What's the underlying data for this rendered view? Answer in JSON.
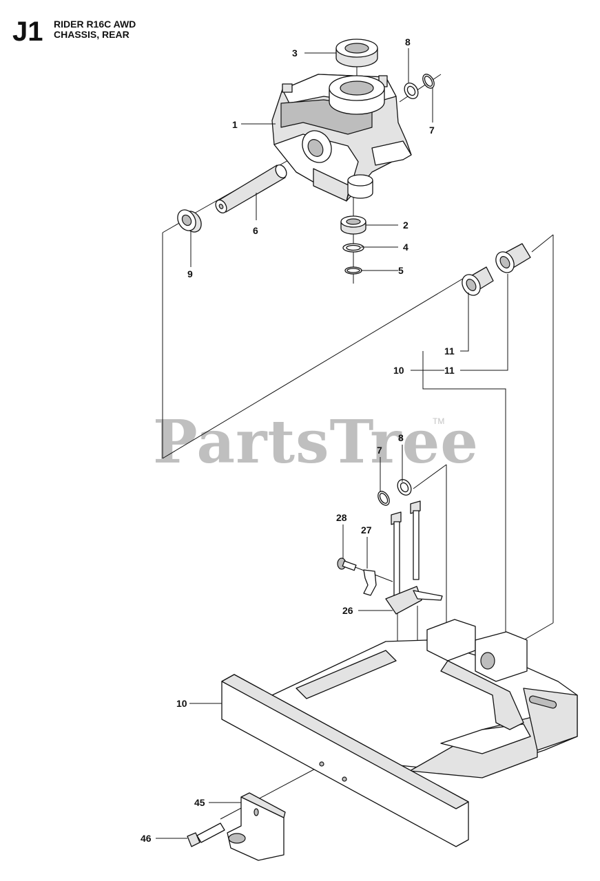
{
  "header": {
    "code": "J1",
    "line1": "RIDER R16C AWD",
    "line2": "CHASSIS, REAR"
  },
  "watermark": {
    "text": "PartsTree",
    "tm": "TM"
  },
  "callouts": [
    {
      "id": "c3",
      "text": "3"
    },
    {
      "id": "c8a",
      "text": "8"
    },
    {
      "id": "c7a",
      "text": "7"
    },
    {
      "id": "c1",
      "text": "1"
    },
    {
      "id": "c6",
      "text": "6"
    },
    {
      "id": "c9",
      "text": "9"
    },
    {
      "id": "c2",
      "text": "2"
    },
    {
      "id": "c4",
      "text": "4"
    },
    {
      "id": "c5",
      "text": "5"
    },
    {
      "id": "c11a",
      "text": "11"
    },
    {
      "id": "c10a",
      "text": "10"
    },
    {
      "id": "c11b",
      "text": "11"
    },
    {
      "id": "c8b",
      "text": "8"
    },
    {
      "id": "c7b",
      "text": "7"
    },
    {
      "id": "c28",
      "text": "28"
    },
    {
      "id": "c27",
      "text": "27"
    },
    {
      "id": "c26",
      "text": "26"
    },
    {
      "id": "c10b",
      "text": "10"
    },
    {
      "id": "c45",
      "text": "45"
    },
    {
      "id": "c46",
      "text": "46"
    }
  ]
}
